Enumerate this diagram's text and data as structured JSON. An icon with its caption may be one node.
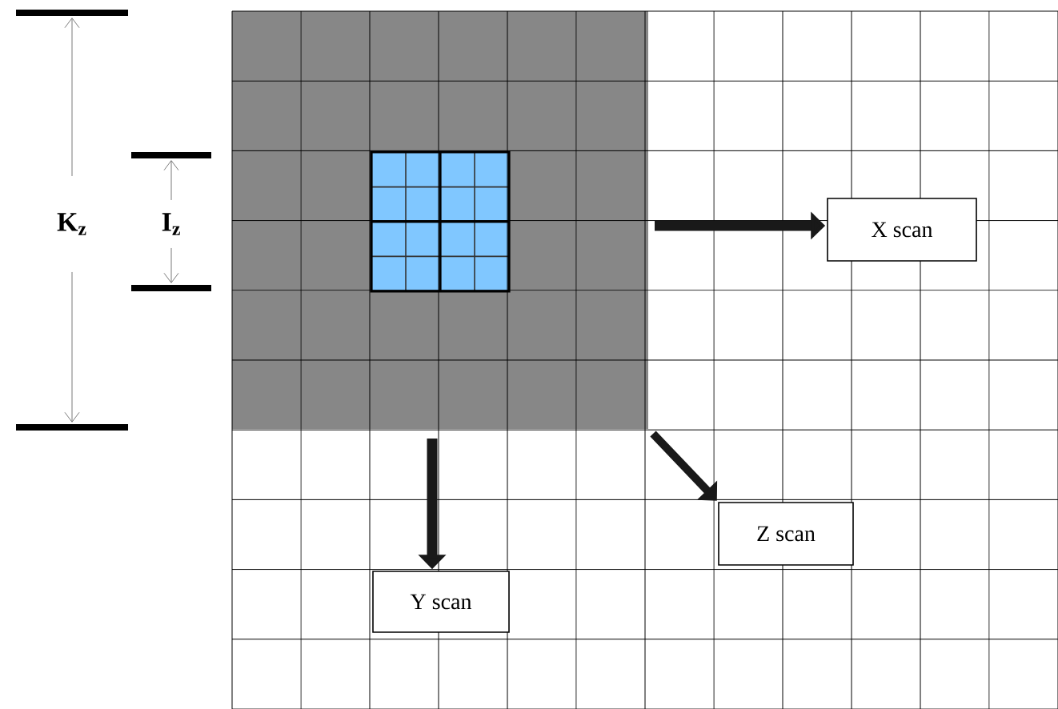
{
  "diagram": {
    "nodes": [
      {
        "text": [
          "X scan"
        ]
      },
      {
        "text": [
          "Z scan"
        ]
      },
      {
        "text": [
          "Y scan"
        ]
      }
    ],
    "edges": [
      {
        "from": null,
        "to": 0,
        "arrow": "to"
      },
      {
        "from": null,
        "to": 1,
        "arrow": "to"
      },
      {
        "from": null,
        "to": 2,
        "arrow": "to"
      }
    ],
    "labels": [
      "K$_{z}$",
      "I$_{z}$"
    ]
  }
}
